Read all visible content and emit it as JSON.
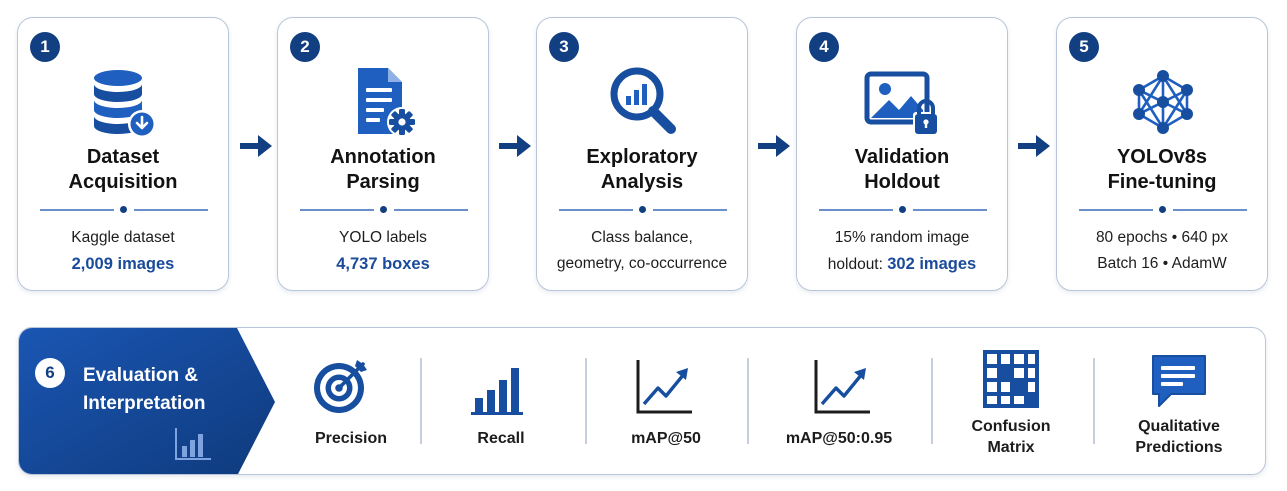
{
  "steps": [
    {
      "num": "1",
      "title_line1": "Dataset",
      "title_line2": "Acquisition",
      "desc_line1": "Kaggle dataset",
      "desc_line2": "2,009 images",
      "icon": "database-download-icon"
    },
    {
      "num": "2",
      "title_line1": "Annotation",
      "title_line2": "Parsing",
      "desc_line1": "YOLO labels",
      "desc_line2": "4,737 boxes",
      "icon": "document-gear-icon"
    },
    {
      "num": "3",
      "title_line1": "Exploratory",
      "title_line2": "Analysis",
      "desc_line1": "Class balance,",
      "desc_line2": "geometry, co-occurrence",
      "icon": "magnifier-chart-icon"
    },
    {
      "num": "4",
      "title_line1": "Validation",
      "title_line2": "Holdout",
      "desc_line1": "15% random image",
      "desc_line2_prefix": "holdout: ",
      "desc_line2_highlight": "302 images",
      "icon": "image-lock-icon"
    },
    {
      "num": "5",
      "title_line1": "YOLOv8s",
      "title_line2": "Fine-tuning",
      "desc_line1": "80 epochs • 640 px",
      "desc_line2": "Batch 16 • AdamW",
      "icon": "neural-network-icon"
    }
  ],
  "evaluation": {
    "num": "6",
    "title_line1": "Evaluation &",
    "title_line2": "Interpretation",
    "metrics": [
      {
        "label_line1": "Precision",
        "label_line2": "",
        "icon": "target-icon"
      },
      {
        "label_line1": "Recall",
        "label_line2": "",
        "icon": "bar-chart-icon"
      },
      {
        "label_line1": "mAP@50",
        "label_line2": "",
        "icon": "trend-chart-icon"
      },
      {
        "label_line1": "mAP@50:0.95",
        "label_line2": "",
        "icon": "trend-chart-icon"
      },
      {
        "label_line1": "Confusion",
        "label_line2": "Matrix",
        "icon": "matrix-grid-icon"
      },
      {
        "label_line1": "Qualitative",
        "label_line2": "Predictions",
        "icon": "speech-bubble-icon"
      }
    ]
  },
  "colors": {
    "primary": "#123f82",
    "accent": "#1e5fbf",
    "highlight": "#1a4b9b",
    "border": "#b9c6da"
  }
}
